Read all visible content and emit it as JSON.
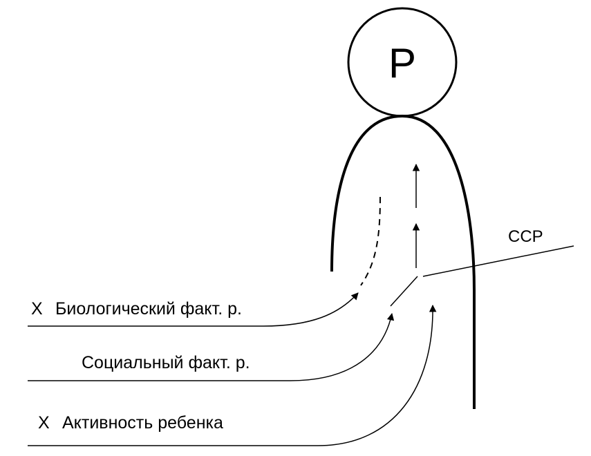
{
  "head_label": "Р",
  "ssr_label": "ССР",
  "factors": [
    {
      "marker": "X",
      "text": "Биологический факт. р."
    },
    {
      "text": "Социальный факт. р."
    },
    {
      "marker": "X",
      "text": "Активность ребенка"
    }
  ]
}
